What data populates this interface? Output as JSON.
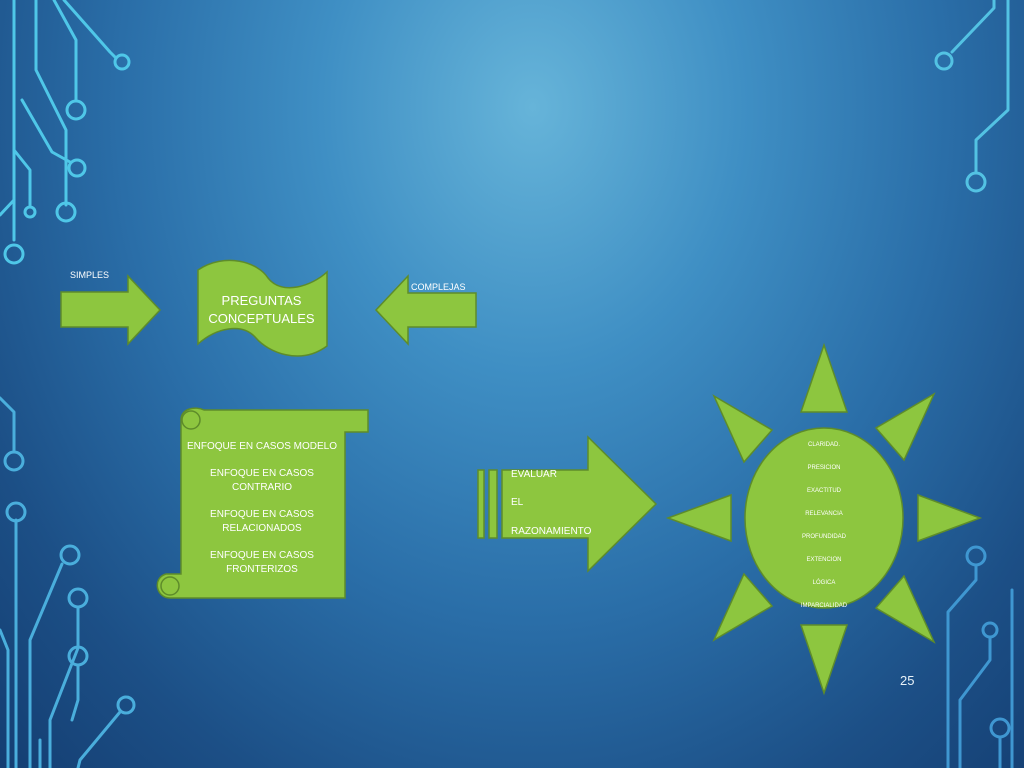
{
  "colors": {
    "shape_fill": "#8dc63f",
    "shape_stroke": "#5e8c2a",
    "circuit": "#4fc7e8",
    "text_light": "#ffffff"
  },
  "diagram": {
    "simples_label": "SIMPLES",
    "complejas_label": "COMPLEJAS",
    "preguntas_lines": [
      "PREGUNTAS",
      "CONCEPTUALES"
    ],
    "scroll_items": [
      "ENFOQUE EN CASOS MODELO",
      "ENFOQUE EN CASOS CONTRARIO",
      "ENFOQUE EN CASOS RELACIONADOS",
      "ENFOQUE EN CASOS FRONTERIZOS"
    ],
    "evaluar_lines": [
      "EVALUAR",
      "EL",
      "RAZONAMIENTO"
    ],
    "sun_items": [
      "CLARIDAD.",
      "PRESICION",
      "EXACTITUD",
      "RELEVANCIA",
      "PROFUNDIDAD",
      "EXTENCION",
      "LÓGICA",
      "IMPARCIALIDAD"
    ]
  },
  "slide": {
    "page_number": "25"
  }
}
